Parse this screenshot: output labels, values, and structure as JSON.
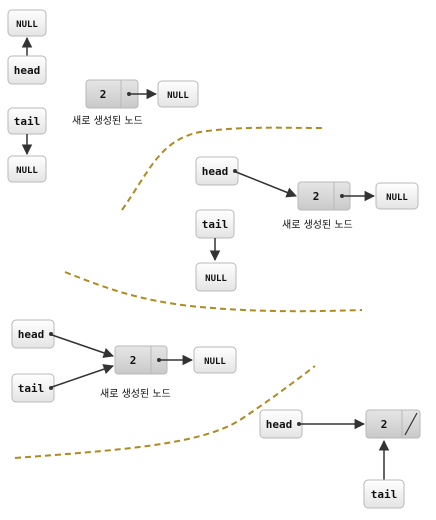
{
  "labels": {
    "null": "NULL",
    "head": "head",
    "tail": "tail",
    "value": "2",
    "caption": "새로 생성된 노드"
  },
  "colors": {
    "box_fill": "#f2f2f2",
    "box_stroke": "#b9b9b9",
    "node_fill": "#d6d6d6",
    "arrow": "#333333",
    "divider": "#b08a20",
    "text": "#111111"
  }
}
